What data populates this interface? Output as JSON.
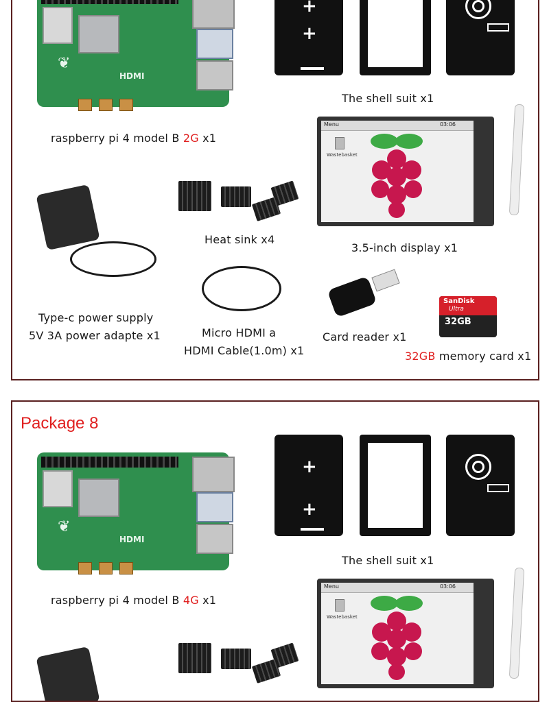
{
  "colors": {
    "accent_red": "#e02020",
    "border": "#5a2020",
    "board_green": "#2f8f4e"
  },
  "package1": {
    "board_caption_pre": "raspberry pi 4 model B ",
    "board_ram": "2G",
    "board_caption_post": " x1",
    "shell_caption": "The shell suit x1",
    "display_caption": "3.5-inch display x1",
    "heatsink_caption": "Heat sink x4",
    "power_caption_line1": "Type-c power supply",
    "power_caption_line2": "5V 3A power adapte x1",
    "hdmi_caption_line1": "Micro HDMI a",
    "hdmi_caption_line2": "HDMI Cable(1.0m) x1",
    "reader_caption": "Card reader x1",
    "memory_size": "32GB",
    "memory_caption": " memory card x1",
    "display_menu": "Menu",
    "display_time": "03:06",
    "display_wastebasket": "Wastebasket",
    "card_brand": "SanDisk",
    "card_line": "Ultra",
    "card_capacity": "32GB"
  },
  "package2": {
    "title": "Package 8",
    "board_caption_pre": "raspberry pi 4 model B ",
    "board_ram": "4G",
    "board_caption_post": " x1",
    "shell_caption": "The shell suit x1",
    "display_menu": "Menu",
    "display_time": "03:06",
    "display_wastebasket": "Wastebasket"
  },
  "icons": [
    "raspberry-pi-logo-icon",
    "plus-icon",
    "fan-icon",
    "wastebasket-icon"
  ]
}
